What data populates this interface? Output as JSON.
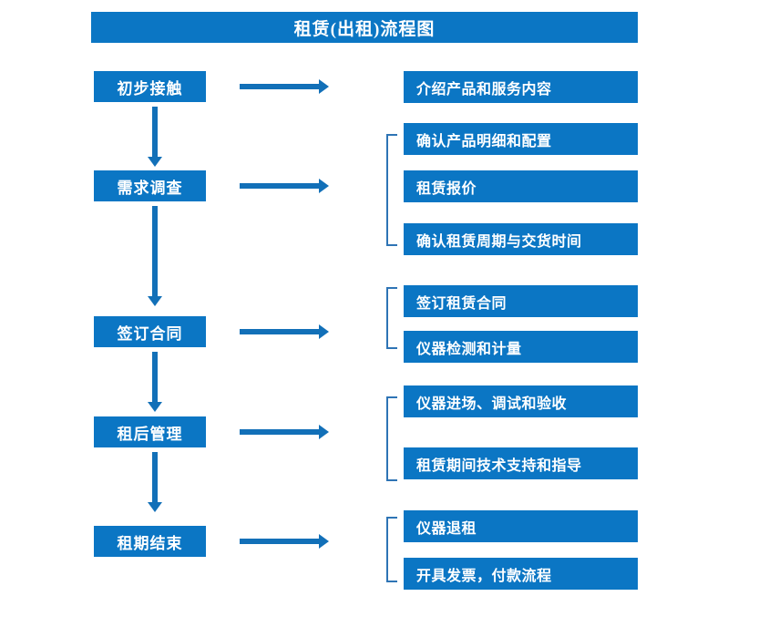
{
  "chart_data": {
    "type": "diagram",
    "title": "租赁(出租)流程图",
    "diagram_kind": "flowchart",
    "orientation": "vertical-stages-with-right-details",
    "stages": [
      {
        "label": "初步接触",
        "details": [
          "介绍产品和服务内容"
        ],
        "bracketed": false
      },
      {
        "label": "需求调查",
        "details": [
          "确认产品明细和配置",
          "租赁报价",
          "确认租赁周期与交货时间"
        ],
        "bracketed": true
      },
      {
        "label": "签订合同",
        "details": [
          "签订租赁合同",
          "仪器检测和计量"
        ],
        "bracketed": true
      },
      {
        "label": "租后管理",
        "details": [
          "仪器进场、调试和验收",
          "租赁期间技术支持和指导"
        ],
        "bracketed": true
      },
      {
        "label": "租期结束",
        "details": [
          "仪器退租",
          "开具发票，付款流程"
        ],
        "bracketed": true
      }
    ],
    "colors": {
      "box_fill": "#0B76C4",
      "box_text": "#FFFFFF",
      "arrow": "#1270B8",
      "bracket": "#2E74B5",
      "background": "#FFFFFF"
    }
  },
  "header": {
    "title": "租赁(出租)流程图"
  },
  "stages": [
    {
      "label": "初步接触"
    },
    {
      "label": "需求调查"
    },
    {
      "label": "签订合同"
    },
    {
      "label": "租后管理"
    },
    {
      "label": "租期结束"
    }
  ],
  "details": [
    {
      "label": "介绍产品和服务内容"
    },
    {
      "label": "确认产品明细和配置"
    },
    {
      "label": "租赁报价"
    },
    {
      "label": "确认租赁周期与交货时间"
    },
    {
      "label": "签订租赁合同"
    },
    {
      "label": "仪器检测和计量"
    },
    {
      "label": "仪器进场、调试和验收"
    },
    {
      "label": "租赁期间技术支持和指导"
    },
    {
      "label": "仪器退租"
    },
    {
      "label": "开具发票，付款流程"
    }
  ]
}
